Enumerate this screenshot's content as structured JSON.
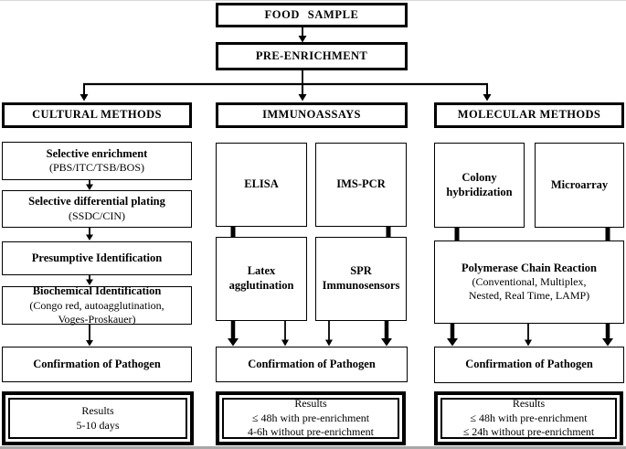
{
  "top": {
    "food_sample": "FOOD SAMPLE",
    "pre_enrichment": "PRE-ENRICHMENT"
  },
  "cultural": {
    "header": "CULTURAL METHODS",
    "steps": [
      {
        "title": "Selective enrichment",
        "subtitle": "(PBS/ITC/TSB/BOS)"
      },
      {
        "title": "Selective differential plating",
        "subtitle": "(SSDC/CIN)"
      },
      {
        "title": "Presumptive Identification",
        "subtitle": ""
      },
      {
        "title": "Biochemical Identification",
        "subtitle": "(Congo red, autoagglutination,\nVoges-Proskauer)"
      }
    ],
    "confirmation": "Confirmation of Pathogen",
    "results": {
      "line1": "Results",
      "line2": "5-10 days"
    }
  },
  "immunoassays": {
    "header": "IMMUNOASSAYS",
    "elisa": "ELISA",
    "ims_pcr": "IMS-PCR",
    "latex": "Latex agglutination",
    "spr": "SPR Immunosensors",
    "confirmation": "Confirmation of Pathogen",
    "results": {
      "line1": "Results",
      "line2": "≤ 48h with pre-enrichment",
      "line3": "4-6h without pre-enrichment"
    }
  },
  "molecular": {
    "header": "MOLECULAR METHODS",
    "colony": "Colony hybridization",
    "microarray": "Microarray",
    "pcr": {
      "title": "Polymerase Chain Reaction",
      "subtitle": "(Conventional, Multiplex,\nNested, Real Time, LAMP)"
    },
    "confirmation": "Confirmation of Pathogen",
    "results": {
      "line1": "Results",
      "line2": "≤ 48h with pre-enrichment",
      "line3": "≤ 24h without pre-enrichment"
    }
  },
  "colors": {
    "line": "#000000",
    "background": "#ffffff"
  }
}
